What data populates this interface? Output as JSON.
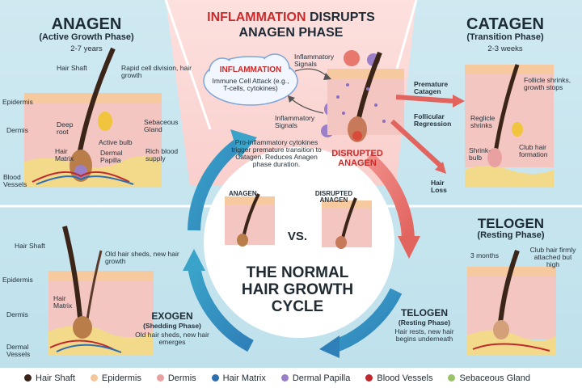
{
  "anagen": {
    "title": "ANAGEN",
    "subtitle": "(Active Growth Phase)",
    "duration": "2-7 years",
    "labels": {
      "hair_shaft": "Hair Shaft",
      "epidermis": "Epidermis",
      "dermis": "Dermis",
      "deep_root": "Deep root",
      "hair_matrix": "Hair Matrix",
      "blood_vessels": "Blood Vessels",
      "rapid_division": "Rapid cell division, hair growth",
      "sebaceous_gland": "Sebaceous Gland",
      "active_bulb": "Active bulb",
      "dermal_papilla": "Dermal Papilla",
      "rich_blood": "Rich blood supply"
    }
  },
  "inflammation": {
    "title_red": "INFLAMMATION",
    "title_rest": " DISRUPTS",
    "title_line2": "ANAGEN PHASE",
    "cloud_title": "INFLAMMATION",
    "cloud_text": "Immune Cell Attack (e.g., T-cells, cytokines)",
    "signals_top": "Inflammatory Signals",
    "signals_bottom": "Inflammatory Signals",
    "description": "Pro-inflammatory cytokines trigger premature transition to Catagen. Reduces Anagen phase duration.",
    "disrupted": "DISRUPTED ANAGEN",
    "premature_catagen": "Premature Catagen",
    "follicular_regression": "Follicular Regression",
    "hair_loss": "Hair Loss"
  },
  "catagen": {
    "title": "CATAGEN",
    "subtitle": "(Transition Phase)",
    "duration": "2-3 weeks",
    "labels": {
      "follicle_shrinks": "Follicle shrinks, growth stops",
      "reglicle_shrinks": "Reglicle shrinks",
      "shrink_bulb": "Shrink-bulb",
      "club_hair_formation": "Club hair formation"
    }
  },
  "center": {
    "anagen_label": "ANAGEN",
    "disrupted_label": "DISRUPTED ANAGEN",
    "vs": "VS.",
    "cycle_title": "THE NORMAL HAIR GROWTH CYCLE"
  },
  "exogen": {
    "title": "EXOGEN",
    "subtitle": "(Shedding Phase)",
    "description": "Old hair sheds, new hair emerges",
    "labels": {
      "hair_shaft": "Hair Shaft",
      "old_hair_sheds": "Old hair sheds, new hair growth",
      "epidermis": "Epidermis",
      "hair_matrix": "Hair Matrix",
      "dermis": "Dermis",
      "dermal_vessels": "Dermal Vessels"
    }
  },
  "telogen_panel": {
    "title": "TELOGEN",
    "subtitle": "(Resting Phase)",
    "duration": "3 months",
    "club_hair": "Club hair firmly attached but high"
  },
  "telogen_label": {
    "title": "TELOGEN",
    "subtitle": "(Resting Phase)",
    "description": "Hair rests, new hair begins underneath"
  },
  "legend": [
    {
      "label": "Hair Shaft",
      "color": "#3b2418"
    },
    {
      "label": "Epidermis",
      "color": "#f2c79a"
    },
    {
      "label": "Dermis",
      "color": "#e9a0a0"
    },
    {
      "label": "Hair Matrix",
      "color": "#2f6fb0"
    },
    {
      "label": "Dermal Papilla",
      "color": "#9b7fc7"
    },
    {
      "label": "Blood Vessels",
      "color": "#c0282d"
    },
    {
      "label": "Sebaceous Gland",
      "color": "#9bc46a"
    }
  ]
}
